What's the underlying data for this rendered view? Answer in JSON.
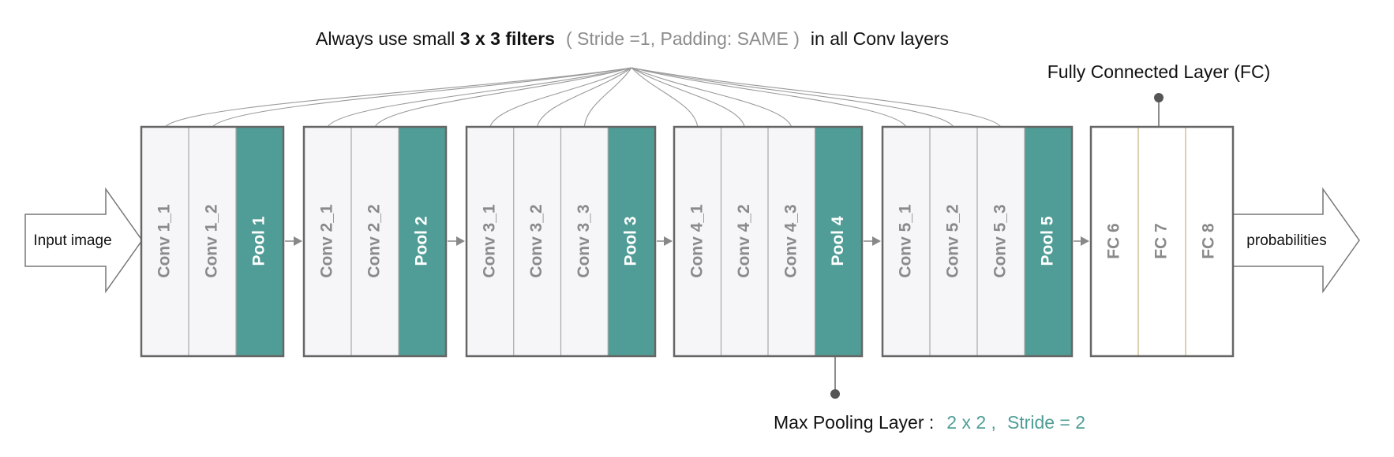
{
  "colors": {
    "pool_fill": "#4f9d96",
    "conv_fill": "#f6f6f8",
    "border": "#666666",
    "divider": "#a8a8a8",
    "fc_divider": "#c9b27a",
    "conv_text": "#8a8a8a",
    "pool_text": "#ffffff",
    "accent_text": "#4f9d96",
    "gray_text": "#8c8c8c",
    "black_text": "#111111"
  },
  "top_caption": {
    "part1": "Always use small ",
    "bold": "3 x 3 filters",
    "gray": "( Stride =1, Padding: SAME )",
    "part2": "in all Conv layers"
  },
  "fc_caption": "Fully Connected Layer (FC)",
  "pool_caption": {
    "label": "Max Pooling Layer :",
    "size": "2 x 2 ,",
    "stride": "Stride = 2"
  },
  "input_label": "Input image",
  "output_label": "probabilities",
  "blocks": [
    {
      "id": "block1",
      "layers": [
        {
          "label": "Conv 1_1",
          "kind": "conv"
        },
        {
          "label": "Conv 1_2",
          "kind": "conv"
        },
        {
          "label": "Pool 1",
          "kind": "pool"
        }
      ]
    },
    {
      "id": "block2",
      "layers": [
        {
          "label": "Conv 2_1",
          "kind": "conv"
        },
        {
          "label": "Conv 2_2",
          "kind": "conv"
        },
        {
          "label": "Pool 2",
          "kind": "pool"
        }
      ]
    },
    {
      "id": "block3",
      "layers": [
        {
          "label": "Conv 3_1",
          "kind": "conv"
        },
        {
          "label": "Conv 3_2",
          "kind": "conv"
        },
        {
          "label": "Conv 3_3",
          "kind": "conv"
        },
        {
          "label": "Pool 3",
          "kind": "pool"
        }
      ]
    },
    {
      "id": "block4",
      "layers": [
        {
          "label": "Conv 4_1",
          "kind": "conv"
        },
        {
          "label": "Conv 4_2",
          "kind": "conv"
        },
        {
          "label": "Conv 4_3",
          "kind": "conv"
        },
        {
          "label": "Pool 4",
          "kind": "pool"
        }
      ]
    },
    {
      "id": "block5",
      "layers": [
        {
          "label": "Conv 5_1",
          "kind": "conv"
        },
        {
          "label": "Conv 5_2",
          "kind": "conv"
        },
        {
          "label": "Conv 5_3",
          "kind": "conv"
        },
        {
          "label": "Pool 5",
          "kind": "pool"
        }
      ]
    },
    {
      "id": "block6",
      "layers": [
        {
          "label": "FC 6",
          "kind": "fc"
        },
        {
          "label": "FC 7",
          "kind": "fc"
        },
        {
          "label": "FC 8",
          "kind": "fc"
        }
      ]
    }
  ]
}
